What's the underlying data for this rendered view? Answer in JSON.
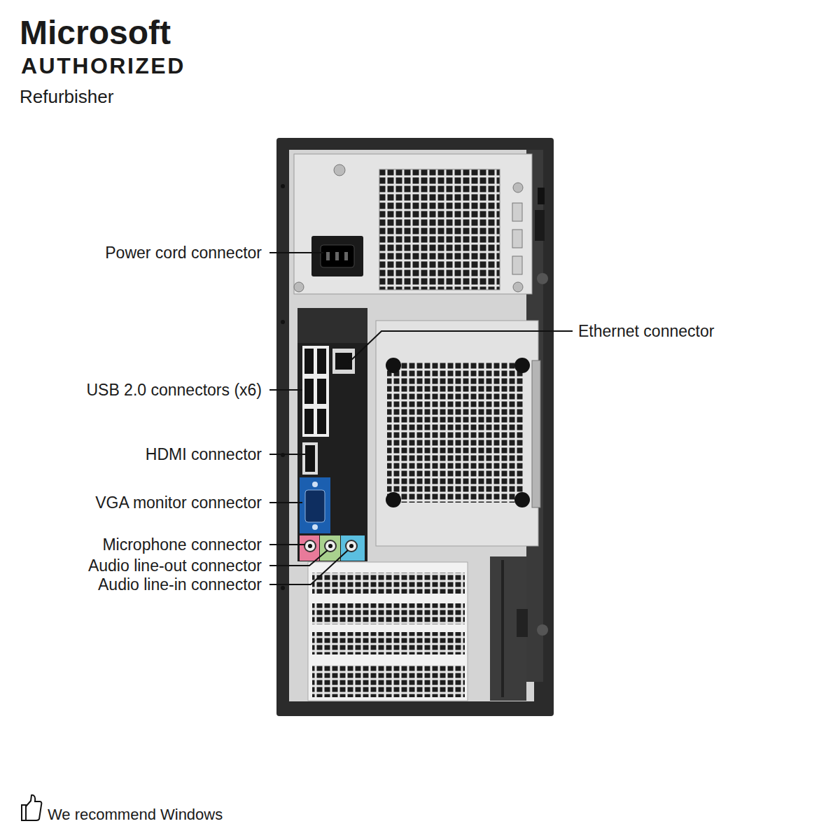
{
  "diagram": {
    "labels": [
      "Microsoft",
      "AUTHORIZED",
      "Refurbisher",
      "Power cord connector",
      "Ethernet connector",
      "USB 2.0 connectors (x6)",
      "HDMI connector",
      "VGA monitor connector",
      "Microphone connector",
      "Audio line-out connector",
      "Audio line-in connector",
      "We recommend Windows"
    ]
  }
}
